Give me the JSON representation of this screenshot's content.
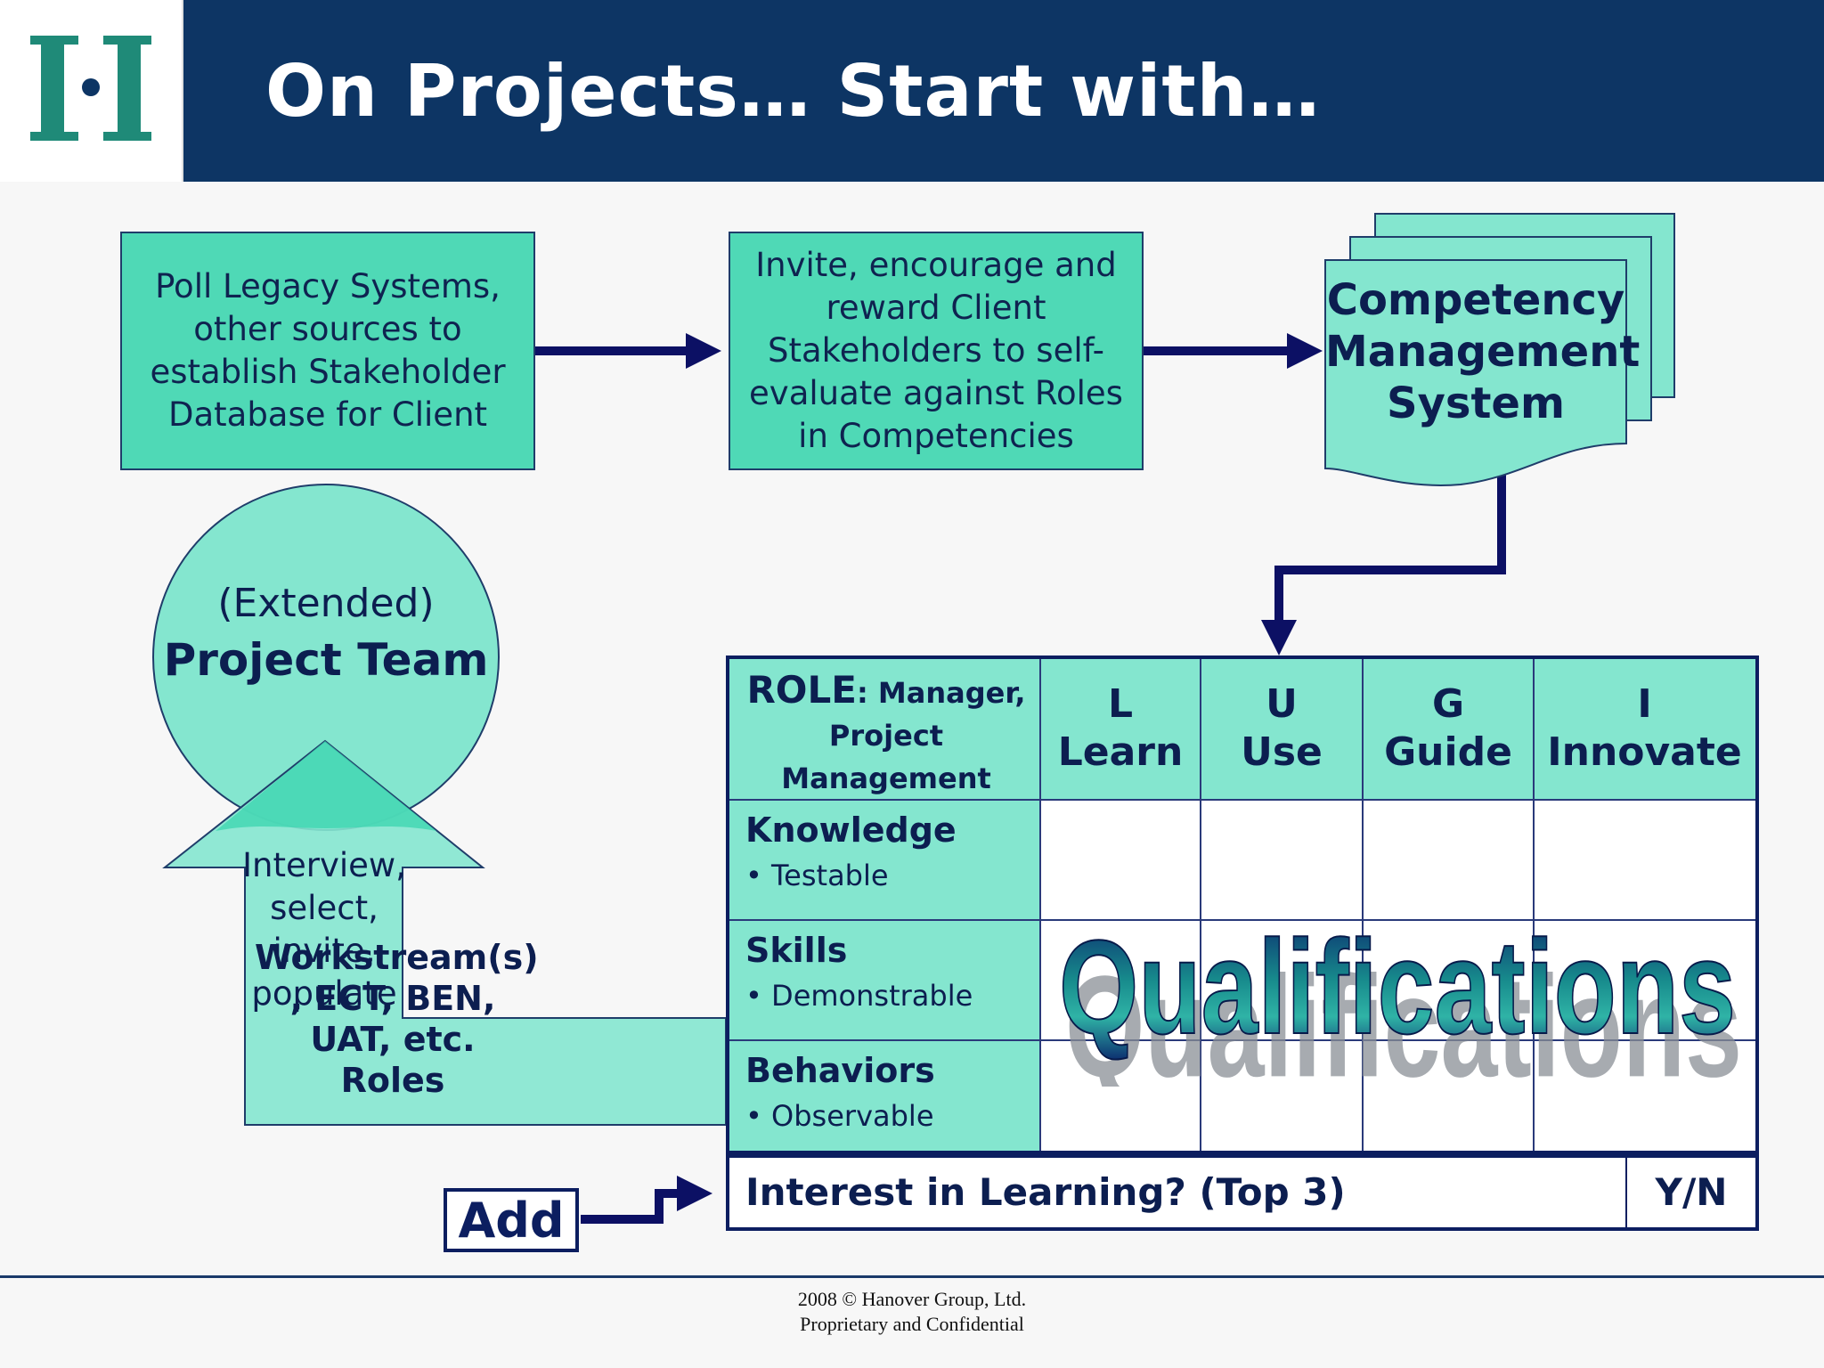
{
  "slide": {
    "title": "On Projects… Start with…",
    "logo_text": "H"
  },
  "flow": {
    "box1": "Poll Legacy Systems, other sources to establish Stakeholder Database for Client",
    "box2": "Invite, encourage and reward Client Stakeholders to self-evaluate against Roles in Competencies",
    "cms": "Competency Management System"
  },
  "team": {
    "extended": "(Extended)",
    "project_team": "Project Team"
  },
  "arrow_text": {
    "interview": "Interview,",
    "select": "select,",
    "invite": "invite,",
    "populate": "populate",
    "workstream": "Workstream(s)",
    "ect_ben": ", ECT, BEN,",
    "uat": "UAT, etc.",
    "roles": "Roles"
  },
  "table": {
    "role_label": "ROLE",
    "role_value": ": Manager, Project Management",
    "columns": [
      {
        "letter": "L",
        "word": "Learn"
      },
      {
        "letter": "U",
        "word": "Use"
      },
      {
        "letter": "G",
        "word": "Guide"
      },
      {
        "letter": "I",
        "word": "Innovate"
      }
    ],
    "rows": [
      {
        "title": "Knowledge",
        "sub": "• Testable"
      },
      {
        "title": "Skills",
        "sub": "• Demonstrable"
      },
      {
        "title": "Behaviors",
        "sub": "• Observable"
      }
    ],
    "wordart": "Qualifications",
    "interest_label": "Interest in Learning? (Top 3)",
    "yn": "Y/N"
  },
  "add_label": "Add",
  "footer": {
    "line1": "2008 © Hanover Group, Ltd.",
    "line2": "Proprietary and Confidential"
  },
  "colors": {
    "navy": "#0d3564",
    "teal_dark": "#4fd9b6",
    "teal_light": "#84e6cf",
    "arrow": "#0c1064",
    "logo_teal": "#1f8a78"
  }
}
